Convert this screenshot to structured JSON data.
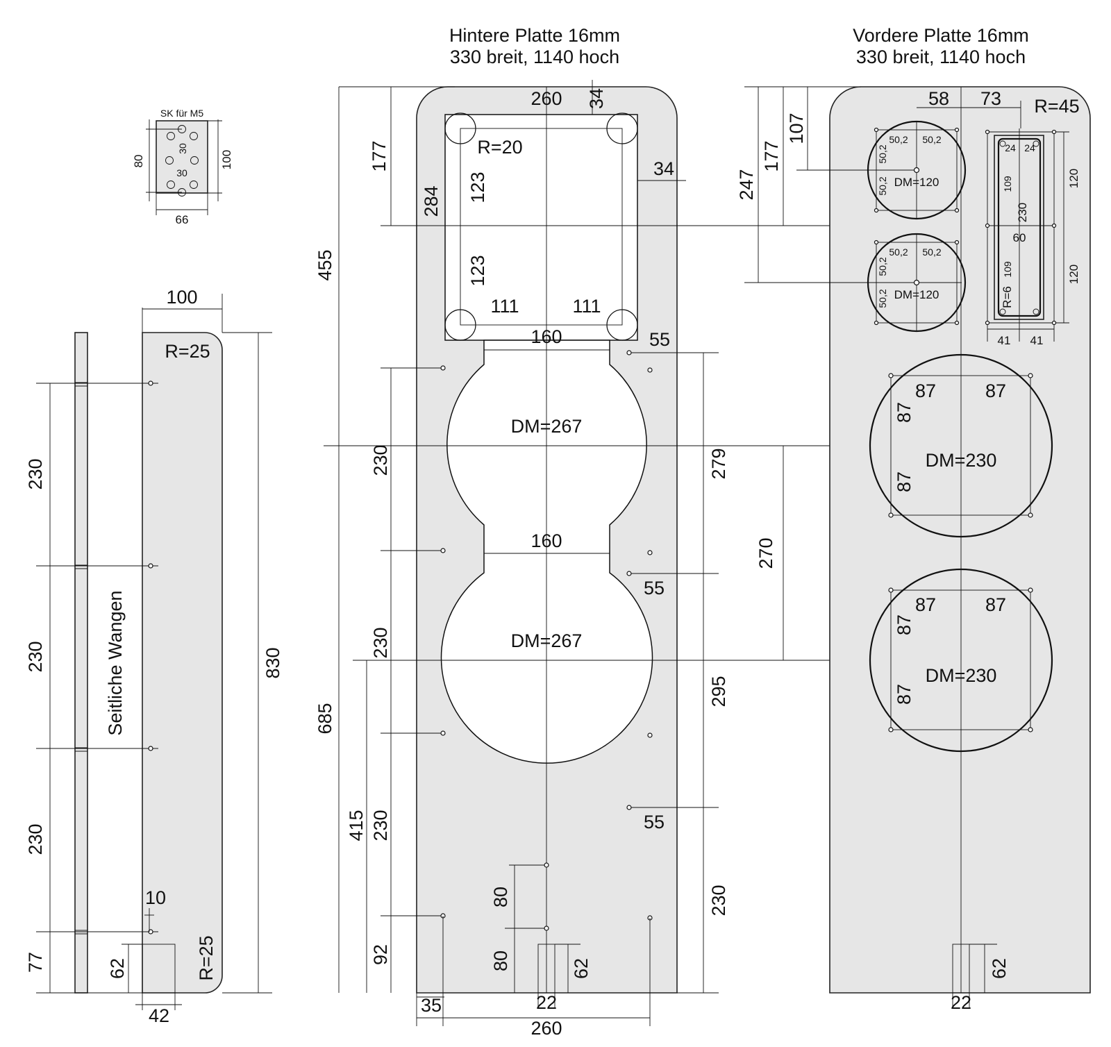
{
  "titles": {
    "back_title": "Hintere Platte 16mm",
    "back_subtitle": "330 breit, 1140 hoch",
    "front_title": "Vordere Platte 16mm",
    "front_subtitle": "330 breit, 1140 hoch"
  },
  "sk": {
    "title": "SK für M5",
    "h80": "80",
    "h100": "100",
    "s30a": "30",
    "s30b": "30",
    "w66": "66"
  },
  "side": {
    "label": "Seitliche Wangen",
    "w100": "100",
    "r25_top": "R=25",
    "r25_bottom": "R=25",
    "h830": "830",
    "s230_1": "230",
    "s230_2": "230",
    "s230_3": "230",
    "s77": "77",
    "s10": "10",
    "s62": "62",
    "s42": "42"
  },
  "back": {
    "w260_top": "260",
    "d34_top": "34",
    "d34_right": "34",
    "r20": "R=20",
    "h177": "177",
    "h284": "284",
    "h123a": "123",
    "h123b": "123",
    "h455": "455",
    "w111a": "111",
    "w111b": "111",
    "w160a": "160",
    "w160b": "160",
    "d55a": "55",
    "d55b": "55",
    "d55c": "55",
    "dm1": "DM=267",
    "dm2": "DM=267",
    "h230a": "230",
    "h230b": "230",
    "h230c": "230",
    "h230r": "230",
    "h279": "279",
    "h295": "295",
    "h685": "685",
    "h415": "415",
    "h92": "92",
    "h80a": "80",
    "h80b": "80",
    "h62": "62",
    "w22": "22",
    "w35": "35",
    "w260_bottom": "260"
  },
  "front": {
    "w58": "58",
    "w73": "73",
    "r45": "R=45",
    "h107": "107",
    "h177": "177",
    "h247": "247",
    "h270": "270",
    "tw_a": "50,2",
    "tw_b": "50,2",
    "tw_c": "50,2",
    "tw_d": "50,2",
    "tw_e": "50,2",
    "tw_f": "50,2",
    "tw_g": "50,2",
    "tw_h": "50,2",
    "dm120a": "DM=120",
    "dm120b": "DM=120",
    "s24a": "24",
    "s24b": "24",
    "s109a": "109",
    "s109b": "109",
    "s230": "230",
    "s60": "60",
    "r6": "R=6",
    "s120a": "120",
    "s120b": "120",
    "s41a": "41",
    "s41b": "41",
    "w87_1a": "87",
    "w87_1b": "87",
    "w87_1c": "87",
    "w87_1d": "87",
    "dm230a": "DM=230",
    "w87_2a": "87",
    "w87_2b": "87",
    "w87_2c": "87",
    "w87_2d": "87",
    "dm230b": "DM=230",
    "h62": "62",
    "w22": "22"
  }
}
